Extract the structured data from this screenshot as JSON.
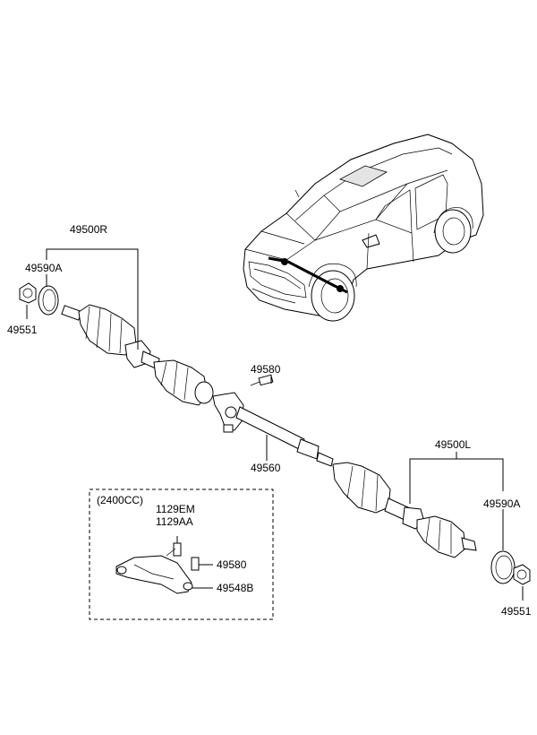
{
  "labels": {
    "rh_shaft": "49500R",
    "rh_ring": "49590A",
    "rh_nut": "49551",
    "bolt_upper": "49580",
    "inter_shaft": "49560",
    "lh_shaft": "49500L",
    "lh_ring": "49590A",
    "lh_nut": "49551"
  },
  "inset": {
    "title": "(2400CC)",
    "bolt_a": "1129EM",
    "bolt_b": "1129AA",
    "bolt_c": "49580",
    "bracket": "49548B"
  }
}
